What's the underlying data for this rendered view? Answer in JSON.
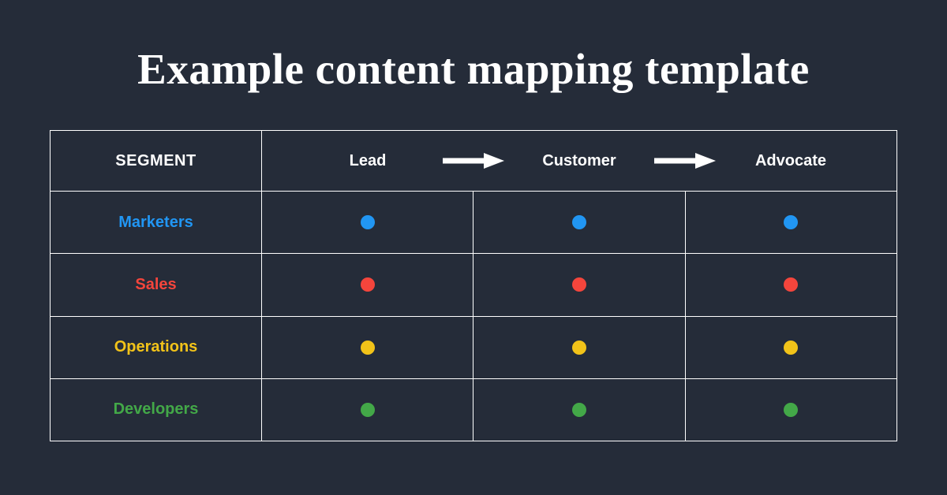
{
  "page": {
    "title": "Example content mapping template"
  },
  "theme": {
    "background": "#252C39",
    "table_border": "#FFFFFF",
    "header_text": "#FFFFFF"
  },
  "icons": {
    "stage_arrow": "arrow-right-icon"
  },
  "table": {
    "segment_header": "SEGMENT",
    "stages": [
      "Lead",
      "Customer",
      "Advocate"
    ],
    "rows": [
      {
        "label": "Marketers",
        "color": "#2196F3",
        "dots": [
          "#2196F3",
          "#2196F3",
          "#2196F3"
        ]
      },
      {
        "label": "Sales",
        "color": "#F4453C",
        "dots": [
          "#F4453C",
          "#F4453C",
          "#F4453C"
        ]
      },
      {
        "label": "Operations",
        "color": "#F2C319",
        "dots": [
          "#F2C319",
          "#F2C319",
          "#F2C319"
        ]
      },
      {
        "label": "Developers",
        "color": "#43A848",
        "dots": [
          "#43A848",
          "#43A848",
          "#43A848"
        ]
      }
    ]
  }
}
